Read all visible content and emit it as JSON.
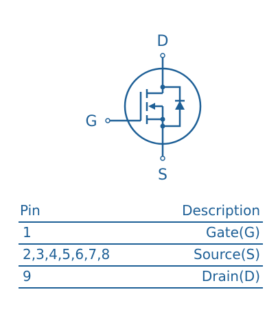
{
  "symbol": {
    "drain_label": "D",
    "gate_label": "G",
    "source_label": "S",
    "stroke_color": "#1d5f96"
  },
  "table": {
    "headers": [
      "Pin",
      "Description"
    ],
    "rows": [
      {
        "pin": "1",
        "description": "Gate(G)"
      },
      {
        "pin": "2,3,4,5,6,7,8",
        "description": "Source(S)"
      },
      {
        "pin": "9",
        "description": "Drain(D)"
      }
    ],
    "line_color": "#1d5f96"
  }
}
